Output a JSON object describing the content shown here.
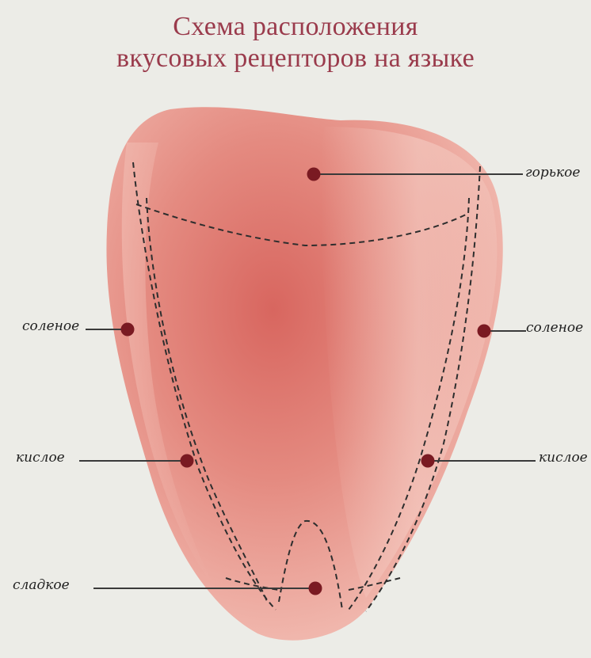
{
  "title": {
    "line1": "Схема расположения",
    "line2": "вкусовых рецепторов на языке"
  },
  "labels": {
    "bitter": "горькое",
    "salty_left": "соленое",
    "salty_right": "соленое",
    "sour_left": "кислое",
    "sour_right": "кислое",
    "sweet": "сладкое"
  },
  "colors": {
    "title": "#9a3b4c",
    "tongue_light": "#f0b7ad",
    "tongue_dark": "#d9706a",
    "marker": "#7a1a22",
    "line": "#3a3a3a"
  }
}
